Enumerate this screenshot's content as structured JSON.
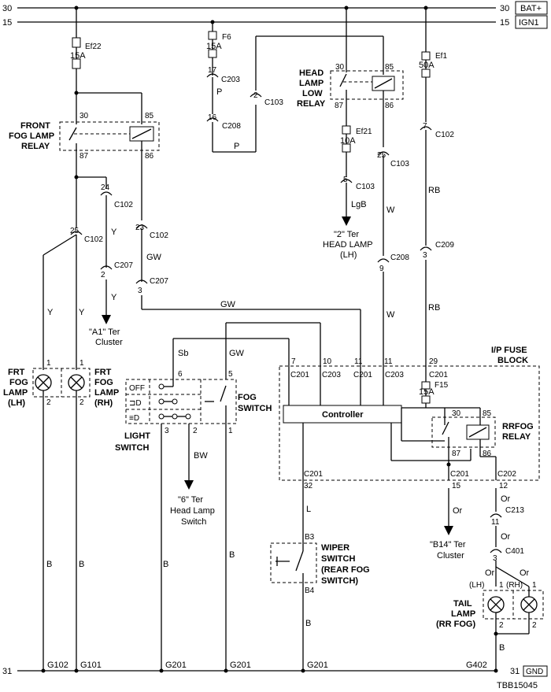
{
  "rails": {
    "bat": {
      "num_left": "30",
      "num_right": "30",
      "name": "BAT+"
    },
    "ign": {
      "num_left": "15",
      "num_right": "15",
      "name": "IGN1"
    },
    "gnd": {
      "num_left": "31",
      "num_right": "31",
      "name": "GND"
    }
  },
  "fuses": {
    "ef22": {
      "name": "Ef22",
      "rating": "15A"
    },
    "f6": {
      "name": "F6",
      "rating": "15A"
    },
    "ef1": {
      "name": "Ef1",
      "rating": "50A"
    },
    "ef21": {
      "name": "Ef21",
      "rating": "10A"
    },
    "f15": {
      "name": "F15",
      "rating": "15A"
    }
  },
  "relays": {
    "front_fog": {
      "l1": "FRONT",
      "l2": "FOG LAMP",
      "l3": "RELAY",
      "p30": "30",
      "p85": "85",
      "p87": "87",
      "p86": "86"
    },
    "head_low": {
      "l1": "HEAD",
      "l2": "LAMP",
      "l3": "LOW",
      "l4": "RELAY",
      "p30": "30",
      "p85": "85",
      "p87": "87",
      "p86": "86"
    },
    "rrfog": {
      "l1": "RRFOG",
      "l2": "RELAY",
      "p30": "30",
      "p85": "85",
      "p87": "87",
      "p86": "86"
    }
  },
  "connectors": {
    "c203_17": {
      "pin": "17",
      "name": "C203"
    },
    "c208_16": {
      "pin": "16",
      "name": "C208"
    },
    "c103_2": {
      "pin": "2",
      "name": "C103"
    },
    "c102_24": {
      "pin": "24",
      "name": "C102"
    },
    "c207_2": {
      "pin": "2",
      "name": "C207"
    },
    "c102_25": {
      "pin": "25",
      "name": "C102"
    },
    "c102_23": {
      "pin": "23",
      "name": "C102"
    },
    "c207_3": {
      "pin": "3",
      "name": "C207"
    },
    "c103_5": {
      "pin": "5",
      "name": "C103"
    },
    "c103_25": {
      "pin": "25",
      "name": "C103"
    },
    "c208_9": {
      "pin": "9",
      "name": "C208"
    },
    "c102_7": {
      "pin": "7",
      "name": "C102"
    },
    "c209_3": {
      "pin": "3",
      "name": "C209"
    },
    "c213_11": {
      "pin": "11",
      "name": "C213"
    },
    "c401_3": {
      "pin": "3",
      "name": "C401"
    }
  },
  "wires": {
    "p": "P",
    "lgb": "LgB",
    "y": "Y",
    "gw": "GW",
    "w": "W",
    "rb": "RB",
    "sb": "Sb",
    "bw": "BW",
    "l": "L",
    "or": "Or",
    "b": "B"
  },
  "refs": {
    "head_lamp_lh": {
      "l1": "\"2\" Ter",
      "l2": "HEAD LAMP",
      "l3": "(LH)"
    },
    "cluster_a1": {
      "l1": "\"A1\" Ter",
      "l2": "Cluster"
    },
    "head_lamp_switch": {
      "l1": "\"6\" Ter",
      "l2": "Head Lamp",
      "l3": "Switch"
    },
    "cluster_b14": {
      "l1": "\"B14\" Ter",
      "l2": "Cluster"
    }
  },
  "ipfuse": {
    "title1": "I/P FUSE",
    "title2": "BLOCK",
    "controller": "Controller",
    "pins_top": [
      "7",
      "10",
      "11",
      "11",
      "29"
    ],
    "conn_top": [
      "C201",
      "C203",
      "C201",
      "C203",
      "C201"
    ],
    "pins_bottom": [
      "32",
      "15",
      "12"
    ],
    "conn_bottom": [
      "C201",
      "C201",
      "C202"
    ]
  },
  "lamps": {
    "frt_lh": {
      "l1": "FRT",
      "l2": "FOG",
      "l3": "LAMP",
      "l4": "(LH)",
      "p1": "1",
      "p2": "2"
    },
    "frt_rh": {
      "l1": "FRT",
      "l2": "FOG",
      "l3": "LAMP",
      "l4": "(RH)",
      "p1": "1",
      "p2": "2"
    },
    "tail": {
      "l1": "TAIL",
      "l2": "LAMP",
      "l3": "(RR FOG)",
      "lh": "(LH)",
      "rh": "(RH)",
      "p1": "1",
      "p2": "2"
    }
  },
  "switches": {
    "light": {
      "l1": "LIGHT",
      "l2": "SWITCH",
      "off": "OFF",
      "p6": "6",
      "p3": "3",
      "p2": "2"
    },
    "fog": {
      "l1": "FOG",
      "l2": "SWITCH",
      "p5": "5",
      "p1": "1"
    },
    "wiper": {
      "l1": "WIPER",
      "l2": "SWITCH",
      "l3": "(REAR FOG",
      "l4": "SWITCH)",
      "b3": "B3",
      "b4": "B4"
    }
  },
  "grounds": [
    "G102",
    "G101",
    "G201",
    "G201",
    "G201",
    "G402"
  ],
  "doc_id": "TBB15045"
}
